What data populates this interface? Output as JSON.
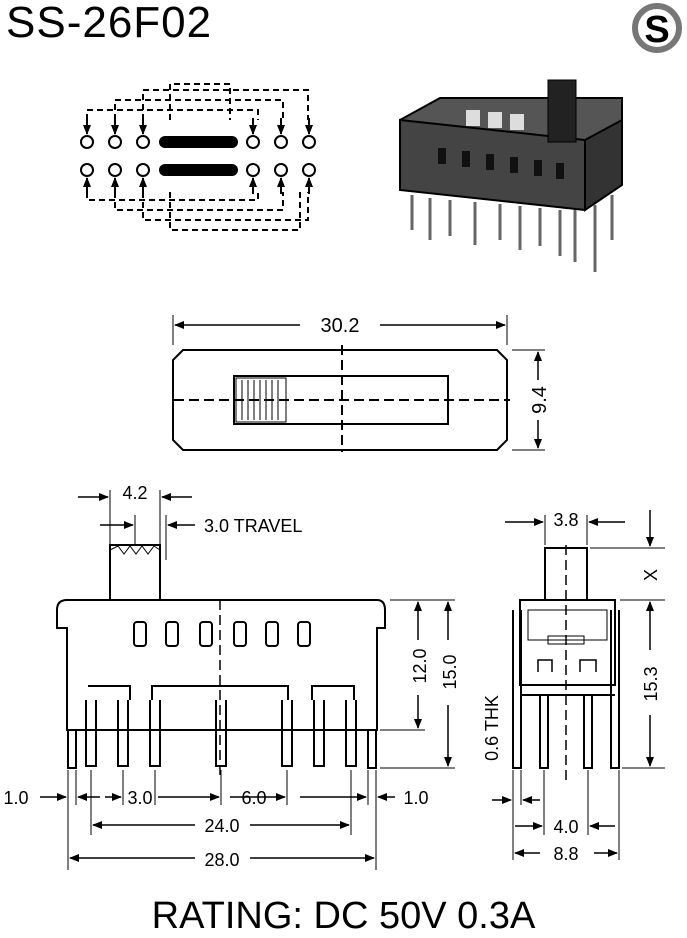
{
  "header": {
    "model": "SS-26F02",
    "logo_letter": "S"
  },
  "footer": {
    "rating": "RATING: DC 50V 0.3A"
  },
  "dimensions": {
    "length": "30.2",
    "width": "9.4",
    "actuator_width": "4.2",
    "travel": "3.0 TRAVEL",
    "body_height": "12.0",
    "total_height": "15.0",
    "edge_left": "1.0",
    "edge_right": "1.0",
    "pitch_small": "3.0",
    "pitch_large": "6.0",
    "pin_span": "24.0",
    "overall_length": "28.0",
    "side_actuator": "3.8",
    "side_x": "X",
    "side_height": "15.3",
    "thickness": "0.6 THK",
    "side_pitch": "4.0",
    "side_width": "8.8"
  }
}
